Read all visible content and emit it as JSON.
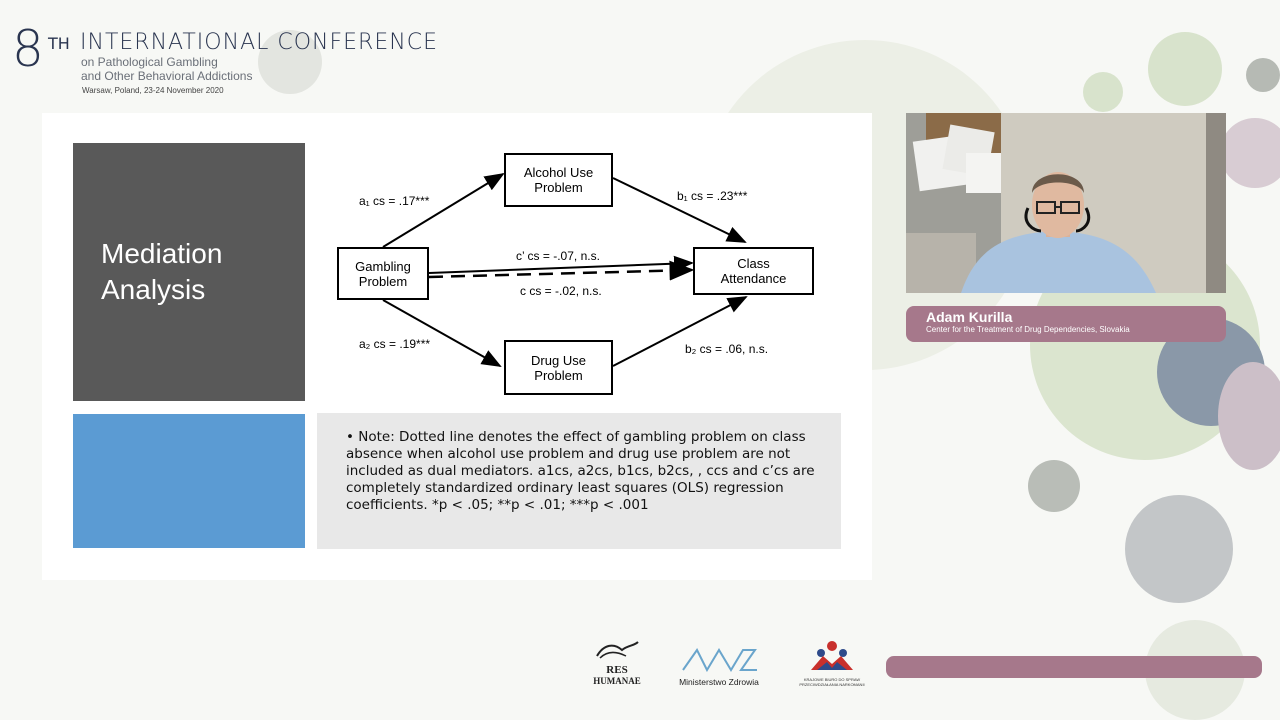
{
  "conference": {
    "number": "8",
    "suffix": "TH",
    "title": "INTERNATIONAL CONFERENCE",
    "subtitle_line1": "on Pathological Gambling",
    "subtitle_line2": "and Other Behavioral Addictions",
    "location_date": "Warsaw, Poland,  23-24 November 2020"
  },
  "slide": {
    "title": "Mediation\nAnalysis",
    "nodes": {
      "alcohol": "Alcohol Use\nProblem",
      "gambling": "Gambling\nProblem",
      "attendance": "Class\nAttendance",
      "drug": "Drug Use\nProblem"
    },
    "edges": {
      "a1": "a₁ cs = .17***",
      "b1": "b₁ cs = .23***",
      "cprime": "c’ cs = -.07, n.s.",
      "c": "c cs = -.02, n.s.",
      "a2": "a₂ cs = .19***",
      "b2": "b₂ cs = .06, n.s."
    },
    "note": "•  Note: Dotted line denotes the effect of gambling problem on class absence when alcohol use problem and drug use problem are not included as dual mediators. a1cs, a2cs, b1cs, b2cs, , ccs and c’cs are completely standardized ordinary least squares (OLS) regression coefficients.  *p < .05; **p < .01; ***p < .001"
  },
  "speaker": {
    "name": "Adam Kurilla",
    "affiliation": "Center for the Treatment of Drug Dependencies, Slovakia"
  },
  "logos": {
    "res_humanae_line1": "RES",
    "res_humanae_line2": "HUMANAE",
    "ministerstwo": "Ministerstwo Zdrowia",
    "kbpn_line1": "KRAJOWE BIURO DO SPRAW",
    "kbpn_line2": "PRZECIWDZIAŁANIA NARKOMANII"
  },
  "colors": {
    "accent_mauve": "#a6788b",
    "title_box": "#595959",
    "blue_box": "#5b9bd3"
  }
}
